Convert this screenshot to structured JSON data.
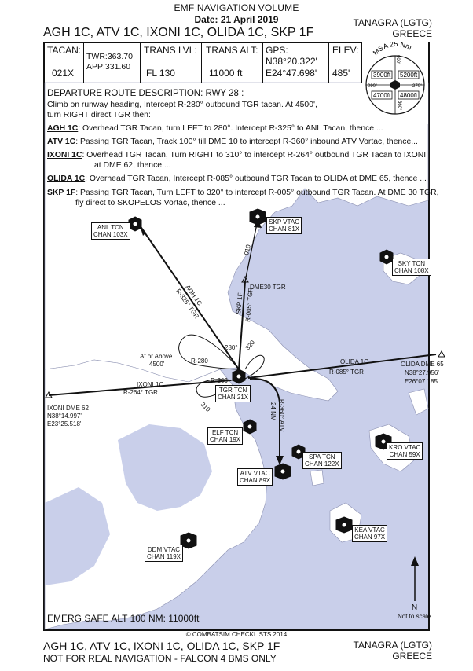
{
  "header": {
    "volume": "EMF NAVIGATION VOLUME",
    "date_label": "Date:",
    "date": "21 April 2019",
    "title": "AGH 1C, ATV 1C, IXONI 1C, OLIDA 1C, SKP 1F",
    "airport": "TANAGRA (LGTG)",
    "country": "GREECE"
  },
  "info": {
    "tacan_label": "TACAN:",
    "tacan": "021X",
    "twr": "TWR:363.70",
    "app": "APP:331.60",
    "trans_lvl_label": "TRANS LVL:",
    "trans_lvl": "FL 130",
    "trans_alt_label": "TRANS ALT:",
    "trans_alt": "11000 ft",
    "gps_label": "GPS:",
    "gps_lat": "N38°20.322'",
    "gps_lon": "E24°47.698'",
    "elev_label": "ELEV:",
    "elev": "485'"
  },
  "msa": {
    "title": "MSA 25 Nm",
    "q_nw": "3900ft",
    "q_ne": "5200ft",
    "q_sw": "4700ft",
    "q_se": "4800ft",
    "b000": "000°",
    "b090": "090°",
    "b270": "270°",
    "b360": "360°"
  },
  "departure": {
    "heading": "DEPARTURE ROUTE DESCRIPTION: RWY 28 :",
    "line1": "Climb on runway heading, Intercept R-280° outbound TGR tacan. At 4500',",
    "line2": "turn RIGHT direct TGR then:",
    "routes": [
      {
        "name": "AGH 1C",
        "text": ": Overhead TGR Tacan, turn LEFT to 280°. Intercept R-325° to ANL Tacan, thence ..."
      },
      {
        "name": "ATV 1C",
        "text": ": Passing TGR Tacan, Track 100° till DME 10 to intercept R-360° inbound ATV Vortac, thence..."
      },
      {
        "name": "IXONI 1C",
        "text": ": Overhead TGR Tacan, Turn RIGHT to 310° to intercept R-264° outbound TGR Tacan to IXONI",
        "cont": "at DME 62, thence ..."
      },
      {
        "name": "OLIDA 1C",
        "text": ": Overhead TGR Tacan, Intercept R-085° outbound TGR Tacan to OLIDA at DME 65, thence ..."
      },
      {
        "name": "SKP 1F",
        "text": ": Passing TGR Tacan, Turn LEFT to 320° to intercept R-005° outbound TGR Tacan. At DME 30 TGR,",
        "cont": "fly direct to SKOPELOS Vortac, thence ..."
      }
    ]
  },
  "nav": {
    "anl": [
      "ANL TCN",
      "CHAN 103X"
    ],
    "skp": [
      "SKP VTAC",
      "CHAN 81X"
    ],
    "sky": [
      "SKY TCN",
      "CHAN 108X"
    ],
    "tgr": [
      "TGR TCN",
      "CHAN 21X"
    ],
    "elf": [
      "ELF TCN",
      "CHAN 19X"
    ],
    "spa": [
      "SPA TCN",
      "CHAN 122X"
    ],
    "atv": [
      "ATV VTAC",
      "CHAN 89X"
    ],
    "kro": [
      "KRO VTAC",
      "CHAN 59X"
    ],
    "kea": [
      "KEA VTAC",
      "CHAN 97X"
    ],
    "ddm": [
      "DDM VTAC",
      "CHAN 119X"
    ]
  },
  "map": {
    "dme30": "DME30 TGR",
    "olida_name": "OLIDA DME 65",
    "olida_lat": "N38°27.956'",
    "olida_lon": "E26°07.185'",
    "ixoni_name": "IXONI DME 62",
    "ixoni_lat": "N38°14.997'",
    "ixoni_lon": "E23°25.518'",
    "at_or_above": "At or Above",
    "alt_4500": "4500'",
    "r280": "R-280",
    "r263": "R-263",
    "agh_route": "AGH 1C",
    "r325": "R-325° TGR",
    "skp_route": "SKP 1F",
    "r005": "R-005° TGR",
    "h010": "010",
    "h280": "280°",
    "h320": "320",
    "h310": "310",
    "olida_route": "OLIDA 1C",
    "r085": "R-085° TGR",
    "ixoni_route": "IXONI 1C",
    "r264": "R-264° TGR",
    "atv_route": "R-360° ATV",
    "nm24": "24 NM",
    "north": "N",
    "scale": "Not to scale"
  },
  "footer": {
    "emerg": "EMERG SAFE ALT 100 NM: 11000ft",
    "copyright": "© COMBATSIM CHECKLISTS 2014",
    "title": "AGH 1C, ATV 1C, IXONI 1C, OLIDA 1C, SKP 1F",
    "note": "NOT FOR REAL NAVIGATION - FALCON 4 BMS ONLY",
    "airport": "TANAGRA (LGTG)",
    "country": "GREECE"
  },
  "colors": {
    "sea": "#c9cfea",
    "land": "#ffffff",
    "line": "#111111"
  }
}
